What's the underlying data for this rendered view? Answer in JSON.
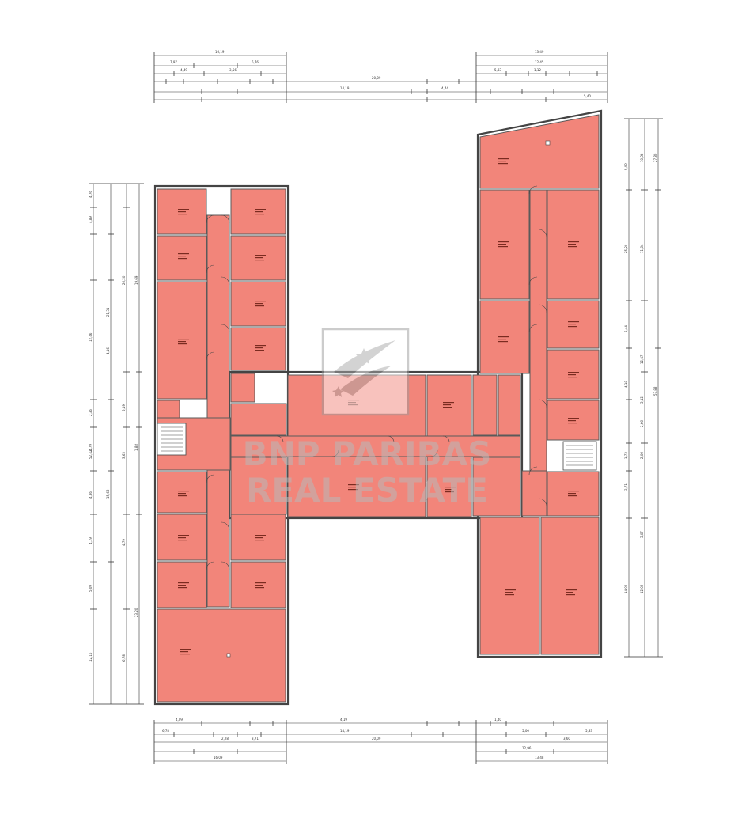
{
  "watermark": {
    "line1": "BNP PARIBAS",
    "line2": "REAL ESTATE"
  },
  "colors": {
    "room": "#f2857a",
    "wall": "#444444",
    "dim": "#333333",
    "watermark": "#b9b9b9",
    "background": "#ffffff"
  },
  "dimensions": {
    "top_left": [
      "16,19",
      "7,97",
      "6,76",
      "4,49",
      "3,56"
    ],
    "top_center": [
      "20,09",
      "14,19",
      "4,44"
    ],
    "top_right": [
      "13,49",
      "12,45",
      "5,83",
      "1,12",
      "5,40"
    ],
    "left_outer": [
      "4,76",
      "4,89",
      "12,46",
      "4,16",
      "2,36",
      "4,79",
      "4,86",
      "4,79",
      "5,09",
      "12,16",
      "52,42"
    ],
    "left_inner": [
      "26,20",
      "19,69",
      "21,31",
      "15,68",
      "5,19",
      "3,63",
      "1,88",
      "4,79",
      "23,20",
      "6,78"
    ],
    "right_outer": [
      "10,58",
      "27,80",
      "11,64",
      "25,20",
      "12,47",
      "5,12",
      "2,06",
      "57,88"
    ],
    "right_inner": [
      "5,99",
      "5,44",
      "4,18",
      "2,66",
      "3,71",
      "1,73",
      "5,07",
      "14,92",
      "12,02"
    ],
    "bottom_left": [
      "4,09",
      "6,78",
      "2,28",
      "3,71",
      "16,09"
    ],
    "bottom_center": [
      "4,19",
      "20,09",
      "14,19"
    ],
    "bottom_right": [
      "1,40",
      "5,00",
      "3,60",
      "5,83",
      "13,48",
      "12,96"
    ]
  }
}
